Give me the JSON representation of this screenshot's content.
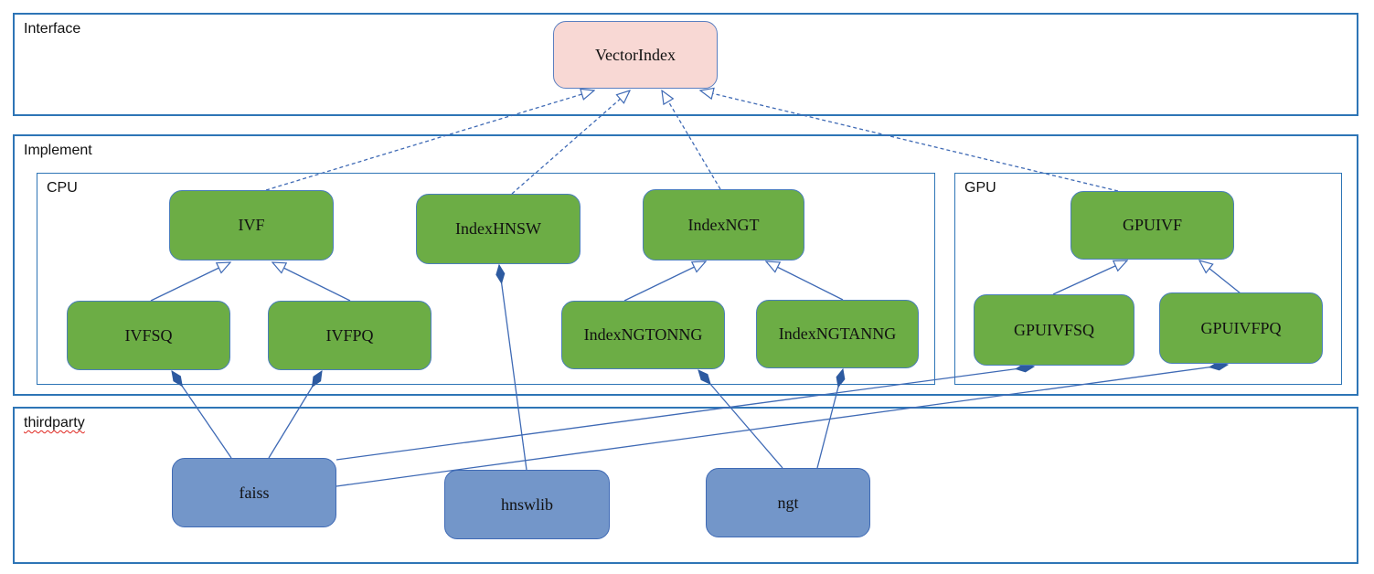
{
  "sections": {
    "interface": {
      "label": "Interface"
    },
    "implement": {
      "label": "Implement"
    },
    "cpu": {
      "label": "CPU"
    },
    "gpu": {
      "label": "GPU"
    },
    "thirdparty": {
      "label": "thirdparty"
    }
  },
  "nodes": {
    "vectorindex": {
      "label": "VectorIndex",
      "color": "#f8d8d4"
    },
    "ivf": {
      "label": "IVF",
      "color": "#6cad45"
    },
    "indexhnsw": {
      "label": "IndexHNSW",
      "color": "#6cad45"
    },
    "indexngt": {
      "label": "IndexNGT",
      "color": "#6cad45"
    },
    "gpuivf": {
      "label": "GPUIVF",
      "color": "#6cad45"
    },
    "ivfsq": {
      "label": "IVFSQ",
      "color": "#6cad45"
    },
    "ivfpq": {
      "label": "IVFPQ",
      "color": "#6cad45"
    },
    "indexngtonng": {
      "label": "IndexNGTONNG",
      "color": "#6cad45"
    },
    "indexngtanng": {
      "label": "IndexNGTANNG",
      "color": "#6cad45"
    },
    "gpuivfsq": {
      "label": "GPUIVFSQ",
      "color": "#6cad45"
    },
    "gpuivfpq": {
      "label": "GPUIVFPQ",
      "color": "#6cad45"
    },
    "faiss": {
      "label": "faiss",
      "color": "#7396c9"
    },
    "hnswlib": {
      "label": "hnswlib",
      "color": "#7396c9"
    },
    "ngt": {
      "label": "ngt",
      "color": "#7396c9"
    }
  },
  "edges": [
    {
      "from": "IVF",
      "to": "VectorIndex",
      "type": "realization"
    },
    {
      "from": "IndexHNSW",
      "to": "VectorIndex",
      "type": "realization"
    },
    {
      "from": "IndexNGT",
      "to": "VectorIndex",
      "type": "realization"
    },
    {
      "from": "GPUIVF",
      "to": "VectorIndex",
      "type": "realization"
    },
    {
      "from": "IVFSQ",
      "to": "IVF",
      "type": "inheritance"
    },
    {
      "from": "IVFPQ",
      "to": "IVF",
      "type": "inheritance"
    },
    {
      "from": "IndexNGTONNG",
      "to": "IndexNGT",
      "type": "inheritance"
    },
    {
      "from": "IndexNGTANNG",
      "to": "IndexNGT",
      "type": "inheritance"
    },
    {
      "from": "GPUIVFSQ",
      "to": "GPUIVF",
      "type": "inheritance"
    },
    {
      "from": "GPUIVFPQ",
      "to": "GPUIVF",
      "type": "inheritance"
    },
    {
      "from": "faiss",
      "to": "IVFSQ",
      "type": "composition"
    },
    {
      "from": "faiss",
      "to": "IVFPQ",
      "type": "composition"
    },
    {
      "from": "faiss",
      "to": "GPUIVFSQ",
      "type": "composition"
    },
    {
      "from": "faiss",
      "to": "GPUIVFPQ",
      "type": "composition"
    },
    {
      "from": "hnswlib",
      "to": "IndexHNSW",
      "type": "composition"
    },
    {
      "from": "ngt",
      "to": "IndexNGTONNG",
      "type": "composition"
    },
    {
      "from": "ngt",
      "to": "IndexNGTANNG",
      "type": "composition"
    }
  ],
  "colors": {
    "section_border": "#2e75b6",
    "node_border": "#4a7ebb",
    "connector": "#3f6ab5",
    "diamond_fill": "#2d5aa0",
    "green_fill": "#6cad45",
    "pink_fill": "#f8d8d4",
    "blue_fill": "#7396c9"
  }
}
